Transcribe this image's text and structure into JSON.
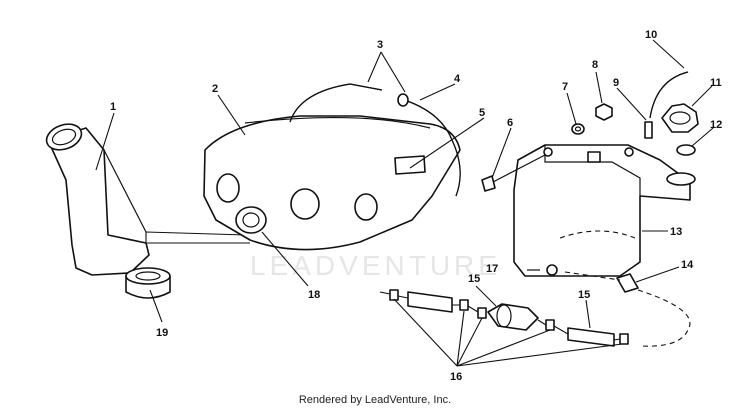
{
  "watermark": "LEADVENTURE",
  "footer": "Rendered by LeadVenture, Inc.",
  "callouts": {
    "c1": "1",
    "c2": "2",
    "c3": "3",
    "c4": "4",
    "c5": "5",
    "c6": "6",
    "c7": "7",
    "c8": "8",
    "c9": "9",
    "c10": "10",
    "c11": "11",
    "c12": "12",
    "c13": "13",
    "c14": "14",
    "c15a": "15",
    "c15b": "15",
    "c16": "16",
    "c17": "17",
    "c18": "18",
    "c19": "19"
  }
}
